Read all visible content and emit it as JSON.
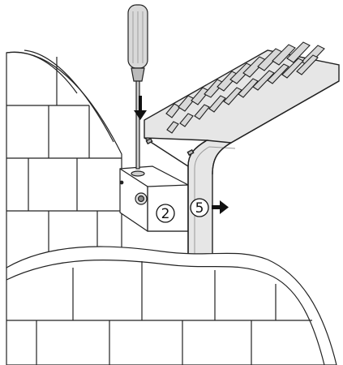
{
  "callouts": [
    {
      "id": "step-2",
      "label": "2"
    },
    {
      "id": "step-5",
      "label": "5"
    }
  ],
  "colors": {
    "line": "#222222",
    "wall_fill": "#ffffff",
    "device_fill": "#e6e6e6",
    "device_shade": "#c8c8c8",
    "arrow": "#111111"
  },
  "icons": [
    "screwdriver-icon",
    "down-arrow-icon",
    "right-arrow-icon",
    "screw-hole-icon"
  ]
}
